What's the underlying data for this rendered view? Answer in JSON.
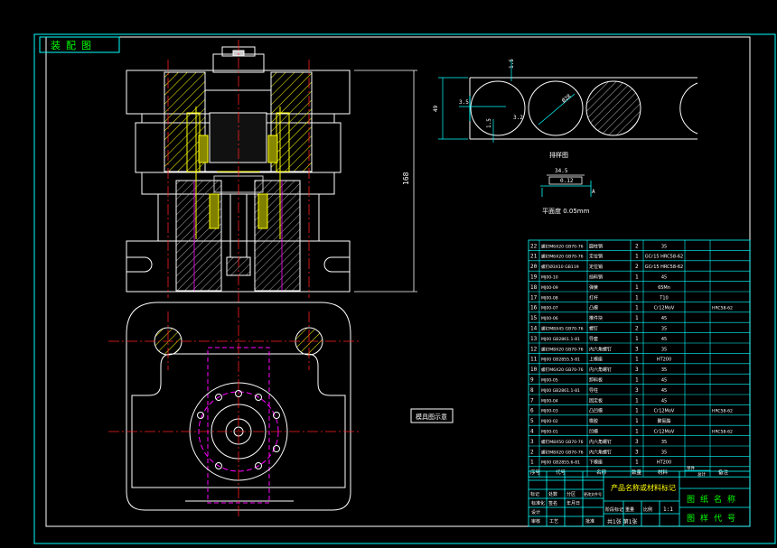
{
  "top_label": "装配图",
  "strip": {
    "label": "排样图",
    "width_dim": "34.5",
    "tolerance_box": "0.12",
    "datum_letter": "A",
    "flatness_note": "平面度 0.05mm",
    "dims": [
      "1.5",
      "49",
      "3.5",
      "1.5",
      "3.2",
      "Ø28"
    ]
  },
  "overall_height_dim": "168",
  "center_note": "模具图示意",
  "bom": {
    "rows": [
      {
        "no": "22",
        "code": "螺钉M6X20 GB70-76",
        "name": "圆柱销",
        "qty": "2",
        "mat": "35",
        "note": ""
      },
      {
        "no": "21",
        "code": "螺钉M6X20 GB70-76",
        "name": "定位销",
        "qty": "1",
        "mat": "GCr15 HRC58-62",
        "note": ""
      },
      {
        "no": "20",
        "code": "螺钉Ø3X10 GB119",
        "name": "定位销",
        "qty": "2",
        "mat": "GCr15 HRC58-62",
        "note": ""
      },
      {
        "no": "19",
        "code": "MJ00-10",
        "name": "挡料销",
        "qty": "1",
        "mat": "45",
        "note": ""
      },
      {
        "no": "18",
        "code": "MJ00-09",
        "name": "弹簧",
        "qty": "1",
        "mat": "65Mn",
        "note": ""
      },
      {
        "no": "17",
        "code": "MJ00-08",
        "name": "打杆",
        "qty": "1",
        "mat": "T10",
        "note": ""
      },
      {
        "no": "16",
        "code": "MJ00-07",
        "name": "凸模",
        "qty": "1",
        "mat": "Cr12MoV",
        "note": "HRC58-62"
      },
      {
        "no": "15",
        "code": "MJ00-06",
        "name": "推件块",
        "qty": "1",
        "mat": "45",
        "note": ""
      },
      {
        "no": "14",
        "code": "螺钉M8X45 GB70-76",
        "name": "螺钉",
        "qty": "2",
        "mat": "35",
        "note": ""
      },
      {
        "no": "13",
        "code": "MJ00 GB2861.1-81",
        "name": "导套",
        "qty": "1",
        "mat": "45",
        "note": ""
      },
      {
        "no": "12",
        "code": "螺钉M8X20 GB70-76",
        "name": "内六角螺钉",
        "qty": "3",
        "mat": "35",
        "note": ""
      },
      {
        "no": "11",
        "code": "MJ00 GB2855.5-81",
        "name": "上模座",
        "qty": "1",
        "mat": "HT200",
        "note": ""
      },
      {
        "no": "10",
        "code": "螺钉M6X20 GB70-76",
        "name": "内六角螺钉",
        "qty": "3",
        "mat": "35",
        "note": ""
      },
      {
        "no": "9",
        "code": "MJ00-05",
        "name": "卸料板",
        "qty": "1",
        "mat": "45",
        "note": ""
      },
      {
        "no": "8",
        "code": "MJ00 GB2861.1-81",
        "name": "导柱",
        "qty": "3",
        "mat": "45",
        "note": ""
      },
      {
        "no": "7",
        "code": "MJ00-04",
        "name": "固定板",
        "qty": "1",
        "mat": "45",
        "note": ""
      },
      {
        "no": "6",
        "code": "MJ00-03",
        "name": "凸凹模",
        "qty": "1",
        "mat": "Cr12MoV",
        "note": "HRC58-62"
      },
      {
        "no": "5",
        "code": "MJ00-02",
        "name": "橡胶",
        "qty": "1",
        "mat": "聚氨酯",
        "note": ""
      },
      {
        "no": "4",
        "code": "MJ00-01",
        "name": "凹模",
        "qty": "1",
        "mat": "Cr12MoV",
        "note": "HRC58-62"
      },
      {
        "no": "3",
        "code": "螺钉M8X50 GB70-76",
        "name": "内六角螺钉",
        "qty": "3",
        "mat": "35",
        "note": ""
      },
      {
        "no": "2",
        "code": "螺钉M8X20 GB70-76",
        "name": "内六角螺钉",
        "qty": "3",
        "mat": "35",
        "note": ""
      },
      {
        "no": "1",
        "code": "MJ00 GB2855.6-81",
        "name": "下模座",
        "qty": "1",
        "mat": "HT200",
        "note": ""
      }
    ],
    "headers": [
      "序号",
      "代号",
      "名称",
      "数量",
      "材料",
      "备注"
    ],
    "header_right": [
      "单件",
      "总计",
      "备注"
    ]
  },
  "title_block": {
    "main_title": "产品名称或材料标记",
    "drawing_title_1": "图纸名称",
    "drawing_title_2": "图样代号",
    "sign_labels": [
      "标记",
      "处数",
      "分区",
      "更改文件号",
      "签名",
      "年月日"
    ],
    "row_labels": [
      "设计",
      "审核",
      "工艺",
      "批准"
    ],
    "std_labels": [
      "标准化",
      "阶段标记",
      "重量",
      "比例"
    ],
    "ratio": "1:1",
    "sheet": "共1张 第1张"
  }
}
